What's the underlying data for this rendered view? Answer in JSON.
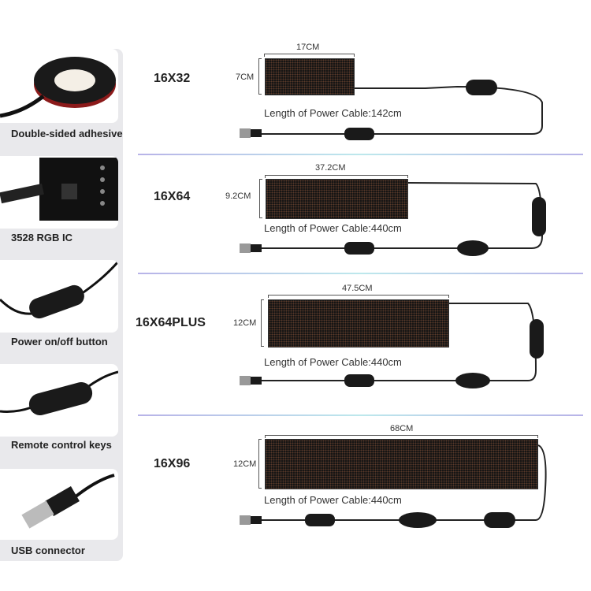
{
  "features": [
    {
      "label": "Double-sided adhesive",
      "icon": "tape-roll-icon"
    },
    {
      "label": "3528 RGB IC",
      "icon": "circuit-board-icon"
    },
    {
      "label": "Power on/off button",
      "icon": "power-switch-icon"
    },
    {
      "label": "Remote control keys",
      "icon": "remote-control-icon"
    },
    {
      "label": "USB connector",
      "icon": "usb-plug-icon"
    }
  ],
  "models": [
    {
      "name": "16X32",
      "width": "17CM",
      "height": "7CM",
      "cable": "Length of Power Cable:142cm"
    },
    {
      "name": "16X64",
      "width": "37.2CM",
      "height": "9.2CM",
      "cable": "Length of Power Cable:440cm"
    },
    {
      "name": "16X64PLUS",
      "width": "47.5CM",
      "height": "12CM",
      "cable": "Length of Power Cable:440cm"
    },
    {
      "name": "16X96",
      "width": "68CM",
      "height": "12CM",
      "cable": "Length of Power Cable:440cm"
    }
  ]
}
